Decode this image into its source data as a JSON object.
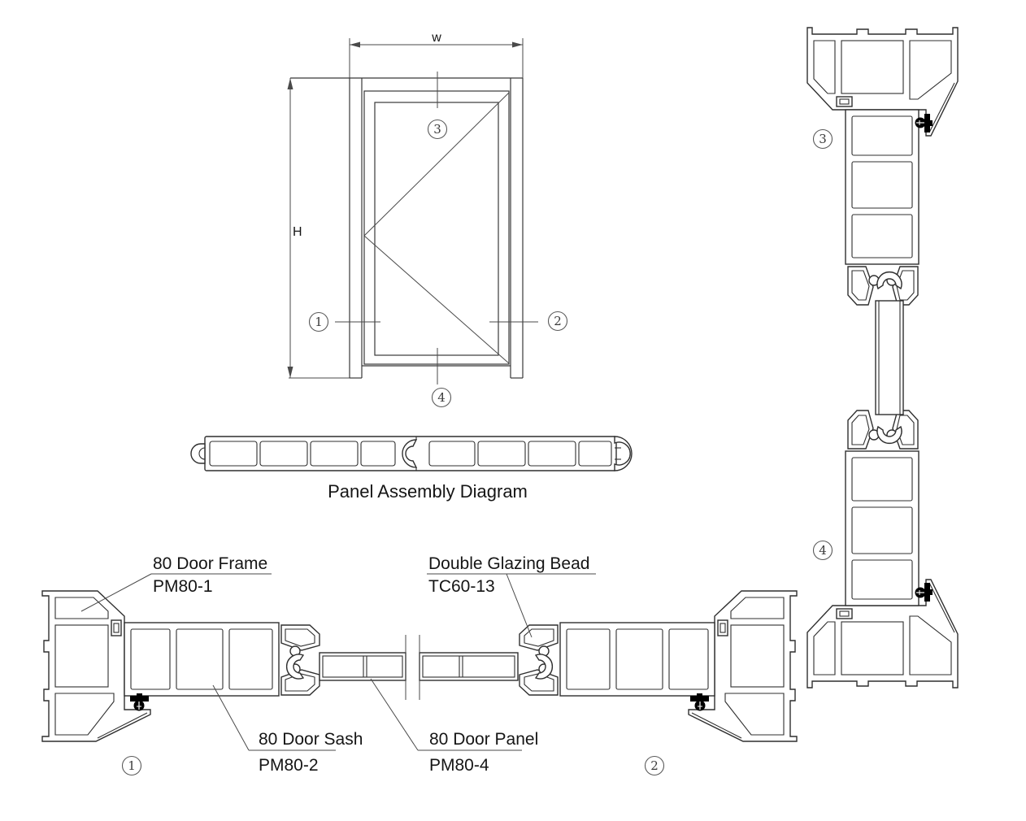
{
  "drawing": {
    "background": "#ffffff",
    "line_color": "#2f2f2f",
    "thin_line_color": "#4a4a4a",
    "seal_color": "#000000",
    "text_color": "#151515",
    "elevation": {
      "width_label": "w",
      "height_label": "H"
    },
    "panel_assembly": {
      "title": "Panel Assembly Diagram"
    },
    "markers": {
      "1": "1",
      "2": "2",
      "3": "3",
      "4": "4"
    },
    "callouts": {
      "door_frame": {
        "line1": "80 Door Frame",
        "line2": "PM80-1"
      },
      "glazing_bead": {
        "line1": "Double Glazing Bead",
        "line2": "TC60-13"
      },
      "door_sash": {
        "line1": "80 Door Sash",
        "line2": "PM80-2"
      },
      "door_panel": {
        "line1": "80 Door Panel",
        "line2": "PM80-4"
      }
    }
  }
}
